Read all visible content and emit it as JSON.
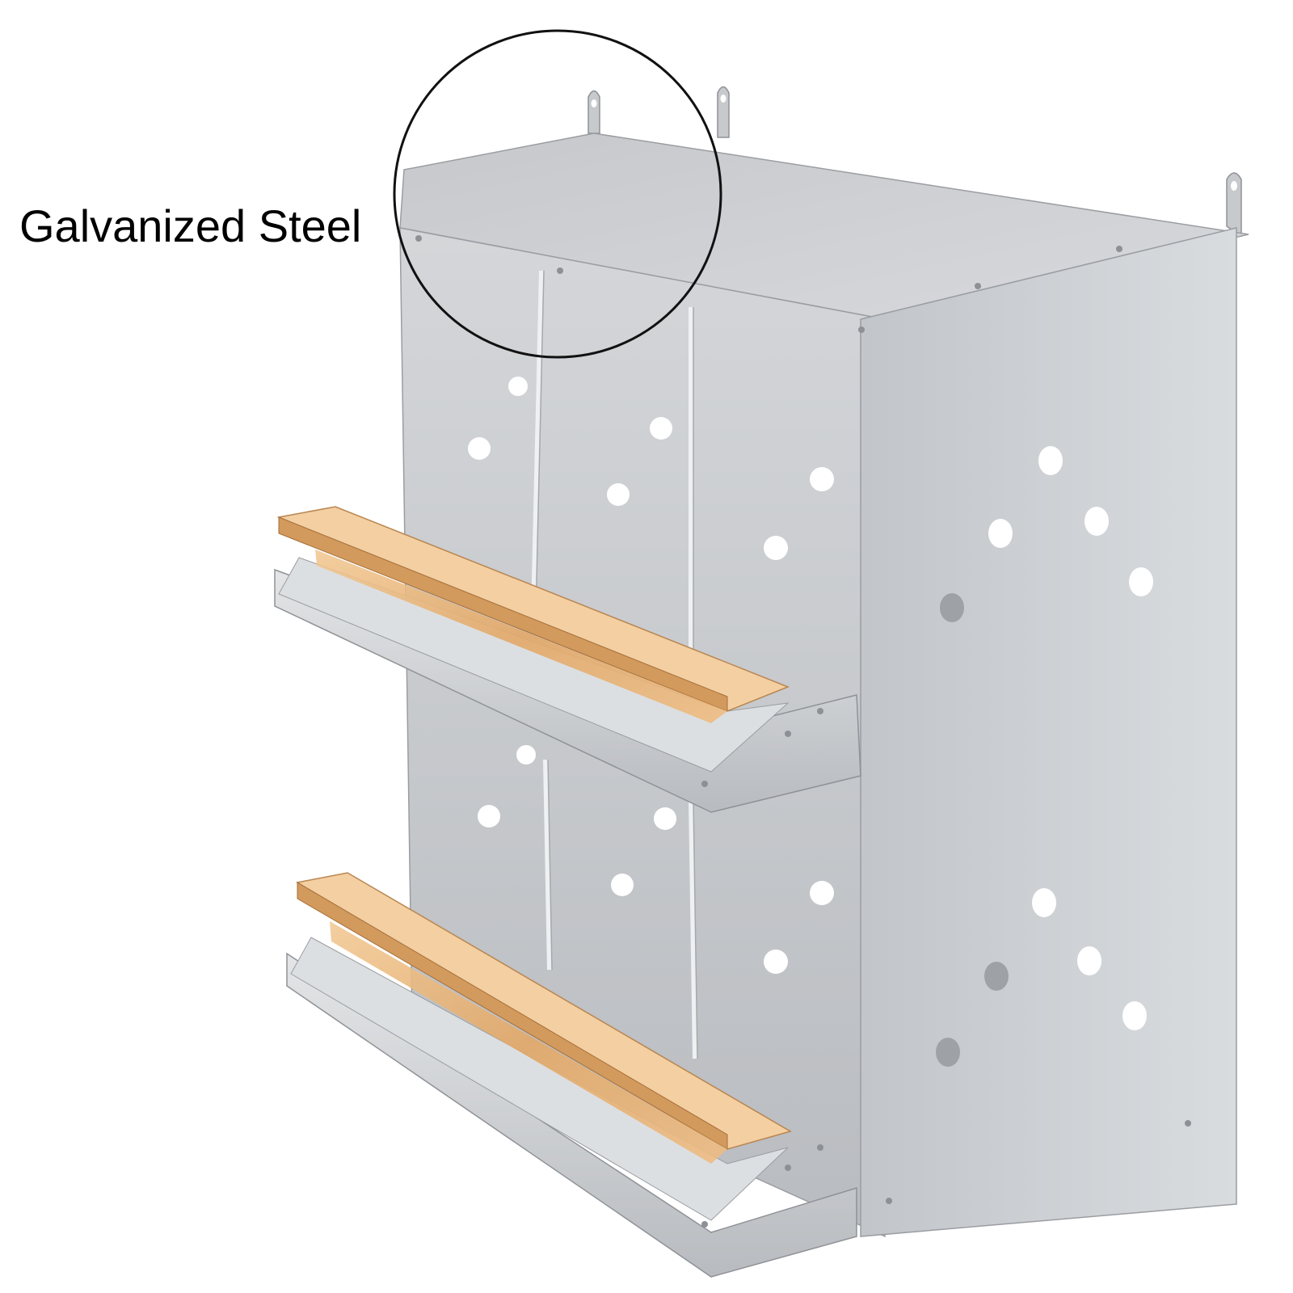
{
  "product": {
    "callout_label": "Galvanized Steel",
    "material_color": "#c9ccd0",
    "perch_color": "#e8b47a",
    "background_color": "#ffffff",
    "nest_box_rows": 2,
    "nest_box_columns": 3
  }
}
